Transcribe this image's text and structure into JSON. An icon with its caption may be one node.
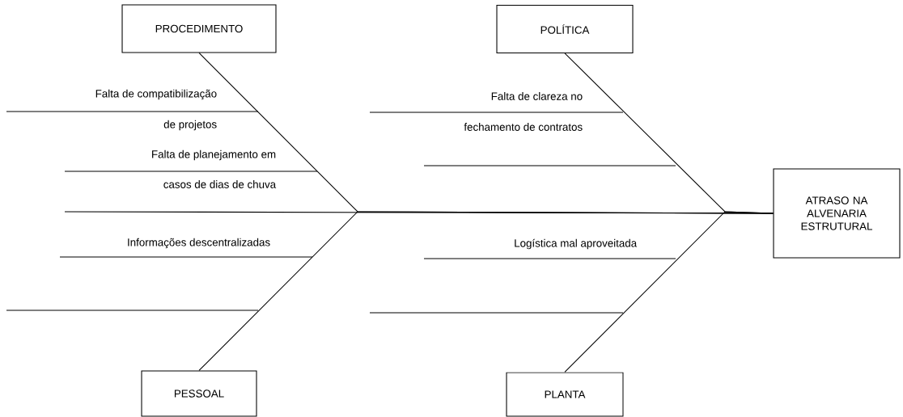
{
  "diagram": {
    "nodes": [
      {
        "text": [
          "PROCEDIMENTO"
        ]
      },
      {
        "text": [
          "POLÍTICA"
        ]
      },
      {
        "text": [
          "PESSOAL"
        ]
      },
      {
        "text": [
          "PLANTA"
        ]
      },
      {
        "text": [
          "ATRASO NA ALVENARIA ESTRUTURAL"
        ]
      }
    ],
    "edges": [
      {
        "from": null,
        "to": 4,
        "arrow": "none"
      },
      {
        "from": 0,
        "to": 4,
        "arrow": "none"
      },
      {
        "from": 2,
        "to": 4,
        "arrow": "none"
      },
      {
        "from": 1,
        "to": 4,
        "arrow": "none"
      },
      {
        "from": 3,
        "to": 4,
        "arrow": "none"
      }
    ],
    "labels": [
      "Falta de compatibilização",
      "de projetos",
      "Falta de planejamento em",
      "casos de dias de chuva",
      "Informações descentralizadas",
      "Falta de clareza no",
      "fechamento de contratos",
      "Logística mal aproveitada"
    ]
  }
}
